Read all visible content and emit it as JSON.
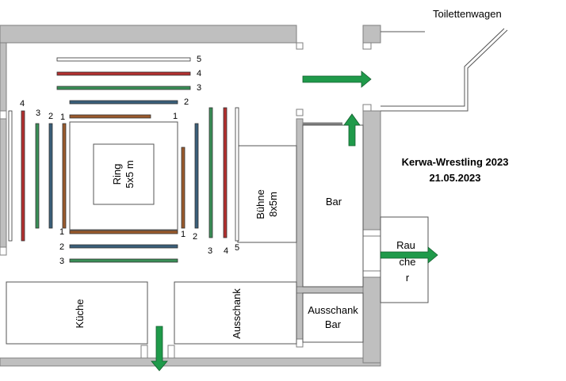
{
  "title": {
    "line1": "Kerwa-Wrestling 2023",
    "line2": "21.05.2023"
  },
  "labels": {
    "toilet": "Toilettenwagen",
    "ring_line1": "Ring",
    "ring_line2": "5x5 m",
    "stage_line1": "Bühne",
    "stage_line2": "8x5m",
    "bar": "Bar",
    "smoker_line1": "Rau",
    "smoker_line2": "che",
    "smoker_line3": "r",
    "kitchen": "Küche",
    "taproom": "Ausschank",
    "taproom_bar_line1": "Ausschank",
    "taproom_bar_line2": "Bar"
  },
  "row_numbers": {
    "top": [
      "5",
      "4",
      "3",
      "2",
      "1"
    ],
    "left": [
      "4",
      "3",
      "2",
      "1"
    ],
    "bottom": [
      "1",
      "2",
      "3"
    ],
    "right": [
      "1",
      "2",
      "3",
      "4",
      "5"
    ]
  },
  "colors": {
    "wall": "#bfbfbf",
    "wall_outline": "#7f7f7f",
    "arrow": "#1f9a4a",
    "bench_red": "#b3302f",
    "bench_green": "#3a8f57",
    "bench_blue": "#3a5f7a",
    "bench_brown": "#9a5a2c",
    "bench_white": "#ffffff"
  }
}
